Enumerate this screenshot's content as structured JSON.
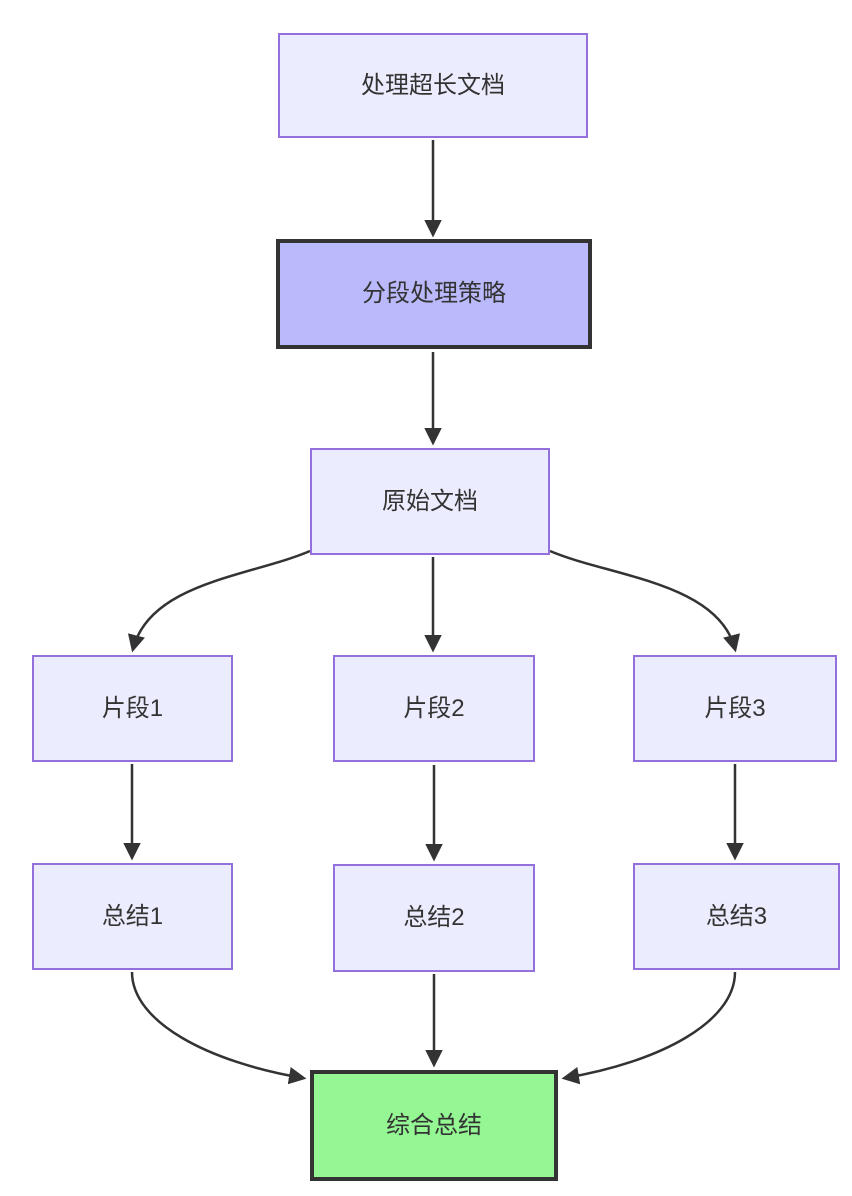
{
  "diagram": {
    "type": "flowchart",
    "direction": "top-down",
    "nodes": [
      {
        "id": 0,
        "label": "处理超长文档",
        "kind": "default"
      },
      {
        "id": 1,
        "label": "分段处理策略",
        "kind": "highlight"
      },
      {
        "id": 2,
        "label": "原始文档",
        "kind": "default"
      },
      {
        "id": 3,
        "label": "片段1",
        "kind": "default"
      },
      {
        "id": 4,
        "label": "片段2",
        "kind": "default"
      },
      {
        "id": 5,
        "label": "片段3",
        "kind": "default"
      },
      {
        "id": 6,
        "label": "总结1",
        "kind": "default"
      },
      {
        "id": 7,
        "label": "总结2",
        "kind": "default"
      },
      {
        "id": 8,
        "label": "总结3",
        "kind": "default"
      },
      {
        "id": 9,
        "label": "综合总结",
        "kind": "success"
      }
    ],
    "edges": [
      {
        "from": 0,
        "to": 1
      },
      {
        "from": 1,
        "to": 2
      },
      {
        "from": 2,
        "to": 3
      },
      {
        "from": 2,
        "to": 4
      },
      {
        "from": 2,
        "to": 5
      },
      {
        "from": 3,
        "to": 6
      },
      {
        "from": 4,
        "to": 7
      },
      {
        "from": 5,
        "to": 8
      },
      {
        "from": 6,
        "to": 9
      },
      {
        "from": 7,
        "to": 9
      },
      {
        "from": 8,
        "to": 9
      }
    ],
    "colors": {
      "node_fill": "#ECECFF",
      "node_border": "#9370DB",
      "highlight_fill": "#B9B9FB",
      "success_fill": "#94F794",
      "dark_border": "#333333",
      "edge_line": "#333333",
      "text": "#333333",
      "canvas_bg": "#FFFFFF"
    }
  }
}
